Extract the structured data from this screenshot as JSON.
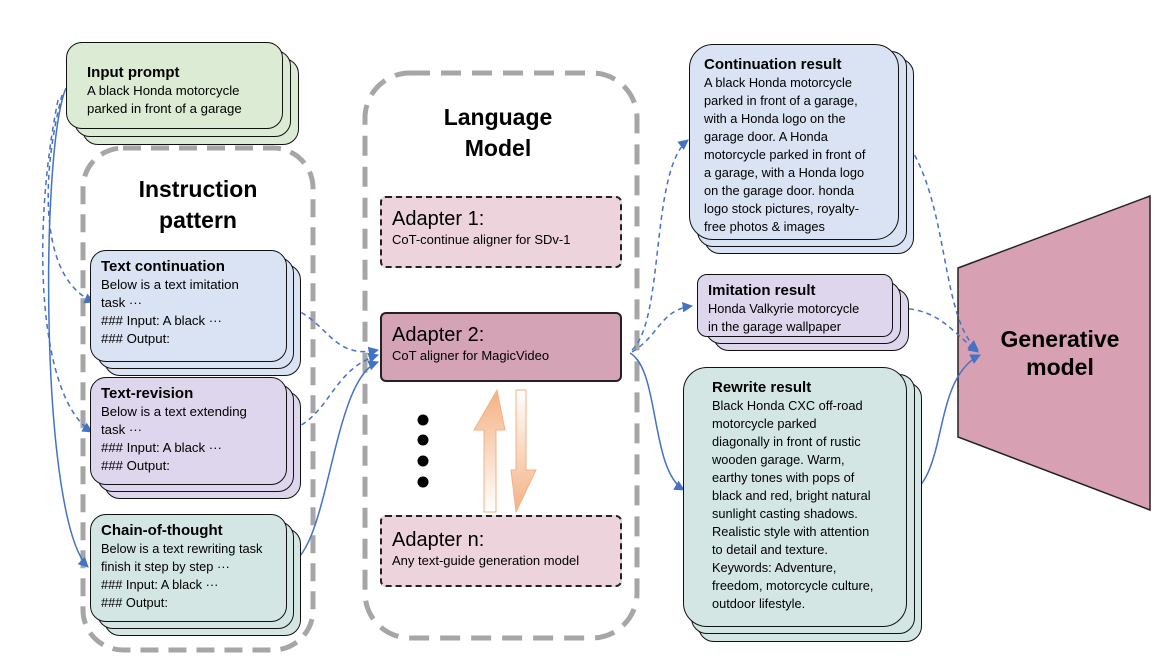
{
  "colors": {
    "card_green": "#dcebd3",
    "card_blue": "#dae3f3",
    "card_purple": "#ddd6ec",
    "card_teal": "#d3e6e3",
    "adapter_light": "#ecd3dc",
    "adapter_active": "#d4a3b5",
    "generative_model": "#d8a0b3",
    "arrow": "#4472c4",
    "dashed_border": "#a6a6a6"
  },
  "input": {
    "title": "Input prompt",
    "body": "A black Honda motorcycle\nparked in front of a garage"
  },
  "instruction": {
    "heading_line1": "Instruction",
    "heading_line2": "pattern",
    "items": [
      {
        "title": "Text continuation",
        "body": "Below is a text imitation\ntask ···\n### Input: A black ···\n### Output:"
      },
      {
        "title": "Text-revision",
        "body": "Below is a text extending\ntask ···\n### Input: A black ···\n### Output:"
      },
      {
        "title": "Chain-of-thought",
        "body": "Below is a text rewriting task\nfinish it step by step ···\n### Input: A black ···\n### Output:"
      }
    ]
  },
  "language_model": {
    "heading_line1": "Language",
    "heading_line2": "Model",
    "adapters": [
      {
        "title": "Adapter 1:",
        "subtitle": "CoT-continue aligner for SDv-1"
      },
      {
        "title": "Adapter 2:",
        "subtitle": "CoT aligner for MagicVideo"
      },
      {
        "title": "Adapter n:",
        "subtitle": "Any text-guide generation model"
      }
    ]
  },
  "results": [
    {
      "title": "Continuation result",
      "body": "A black Honda motorcycle\nparked in front of a garage,\nwith a Honda logo on the\ngarage door. A Honda\nmotorcycle parked in front of\na garage, with a Honda logo\non the garage door. honda\nlogo stock pictures, royalty-\nfree photos & images"
    },
    {
      "title": "Imitation result",
      "body": "Honda Valkyrie motorcycle\nin the garage wallpaper"
    },
    {
      "title": "Rewrite result",
      "body": "Black Honda CXC off-road\nmotorcycle parked\ndiagonally in front of rustic\nwooden garage. Warm,\nearthy tones with pops of\nblack and red, bright natural\nsunlight casting shadows.\nRealistic style with attention\nto detail and texture.\nKeywords: Adventure,\nfreedom, motorcycle culture,\noutdoor lifestyle."
    }
  ],
  "generative_model": {
    "label_line1": "Generative",
    "label_line2": "model"
  }
}
